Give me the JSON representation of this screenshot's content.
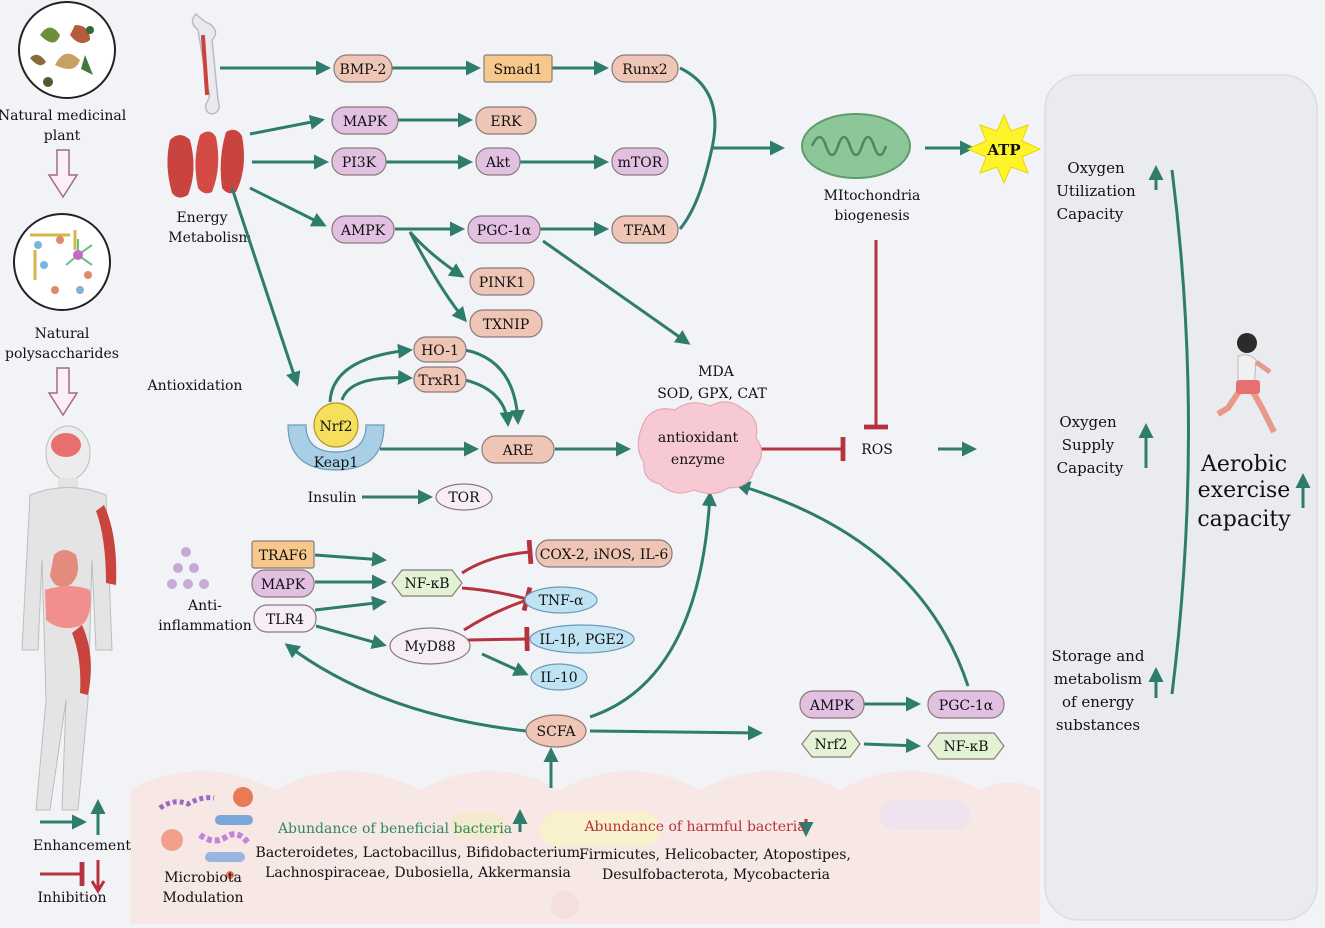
{
  "colors": {
    "enhance": "#2e7d6c",
    "inhibit": "#b5323f",
    "node_pink": "#efc6b6",
    "node_purple": "#e1c0e2",
    "node_orange": "#f7c88b",
    "node_blue": "#bfe3f3",
    "node_green": "#e3f2d4",
    "node_white": "#f6eef4",
    "node_stroke": "#8b7a7a",
    "green_text": "#2e8b57",
    "red_text": "#b5323f",
    "mito": "#8cc79a",
    "atp_star": "#fff32a"
  },
  "left": {
    "plant_label": [
      "Natural medicinal",
      "plant"
    ],
    "polysaccharide_label": [
      "Natural",
      "polysaccharides"
    ],
    "legend_enhancement": "Enhancement",
    "legend_inhibition": "Inhibition"
  },
  "sections": {
    "energy_metabolism": [
      "Energy",
      "Metabolism"
    ],
    "antioxidation": "Antioxidation",
    "anti_inflammation": [
      "Anti-",
      "inflammation"
    ],
    "microbiota": [
      "Microbiota",
      "Modulation"
    ]
  },
  "nodes": {
    "bmp2": "BMP-2",
    "smad1": "Smad1",
    "runx2": "Runx2",
    "mapk": "MAPK",
    "erk": "ERK",
    "pi3k": "PI3K",
    "akt": "Akt",
    "mtor": "mTOR",
    "ampk": "AMPK",
    "pgc1a": "PGC-1α",
    "tfam": "TFAM",
    "pink1": "PINK1",
    "txnip": "TXNIP",
    "ho1": "HO-1",
    "trxr1": "TrxR1",
    "nrf2": "Nrf2",
    "keap1": "Keap1",
    "are": "ARE",
    "insulin": "Insulin",
    "tor": "TOR",
    "antioxidant_enzyme": [
      "antioxidant",
      "enzyme"
    ],
    "ros": "ROS",
    "mda": "MDA",
    "sod_gpx_cat": "SOD, GPX, CAT",
    "mito_label": [
      "MItochondria",
      "biogenesis"
    ],
    "atp": "ATP",
    "traf6": "TRAF6",
    "mapk2": "MAPK",
    "tlr4": "TLR4",
    "nfkb": "NF-κB",
    "myd88": "MyD88",
    "cox2": "COX-2, iNOS, IL-6",
    "tnfa": "TNF-α",
    "il1b": "IL-1β, PGE2",
    "il10": "IL-10",
    "scfa": "SCFA",
    "ampk2": "AMPK",
    "pgc1a2": "PGC-1α",
    "nrf2b": "Nrf2",
    "nfkb2": "NF-κB"
  },
  "bacteria": {
    "beneficial_title": "Abundance of beneficial bacteria",
    "beneficial_list": [
      "Bacteroidetes, Lactobacillus, Bifidobacterium,",
      "Lachnospiraceae, Dubosiella, Akkermansia"
    ],
    "harmful_title": "Abundance of harmful bacteria",
    "harmful_list": [
      "Firmicutes, Helicobacter, Atopostipes,",
      "Desulfobacterota, Mycobacteria"
    ]
  },
  "right_panel": {
    "oxygen_utilization": [
      "Oxygen",
      "Utilization",
      "Capacity"
    ],
    "oxygen_supply": [
      "Oxygen",
      "Supply",
      "Capacity"
    ],
    "storage": [
      "Storage and",
      "metabolism",
      "of energy",
      "substances"
    ],
    "aerobic": [
      "Aerobic",
      "exercise",
      "capacity"
    ]
  }
}
